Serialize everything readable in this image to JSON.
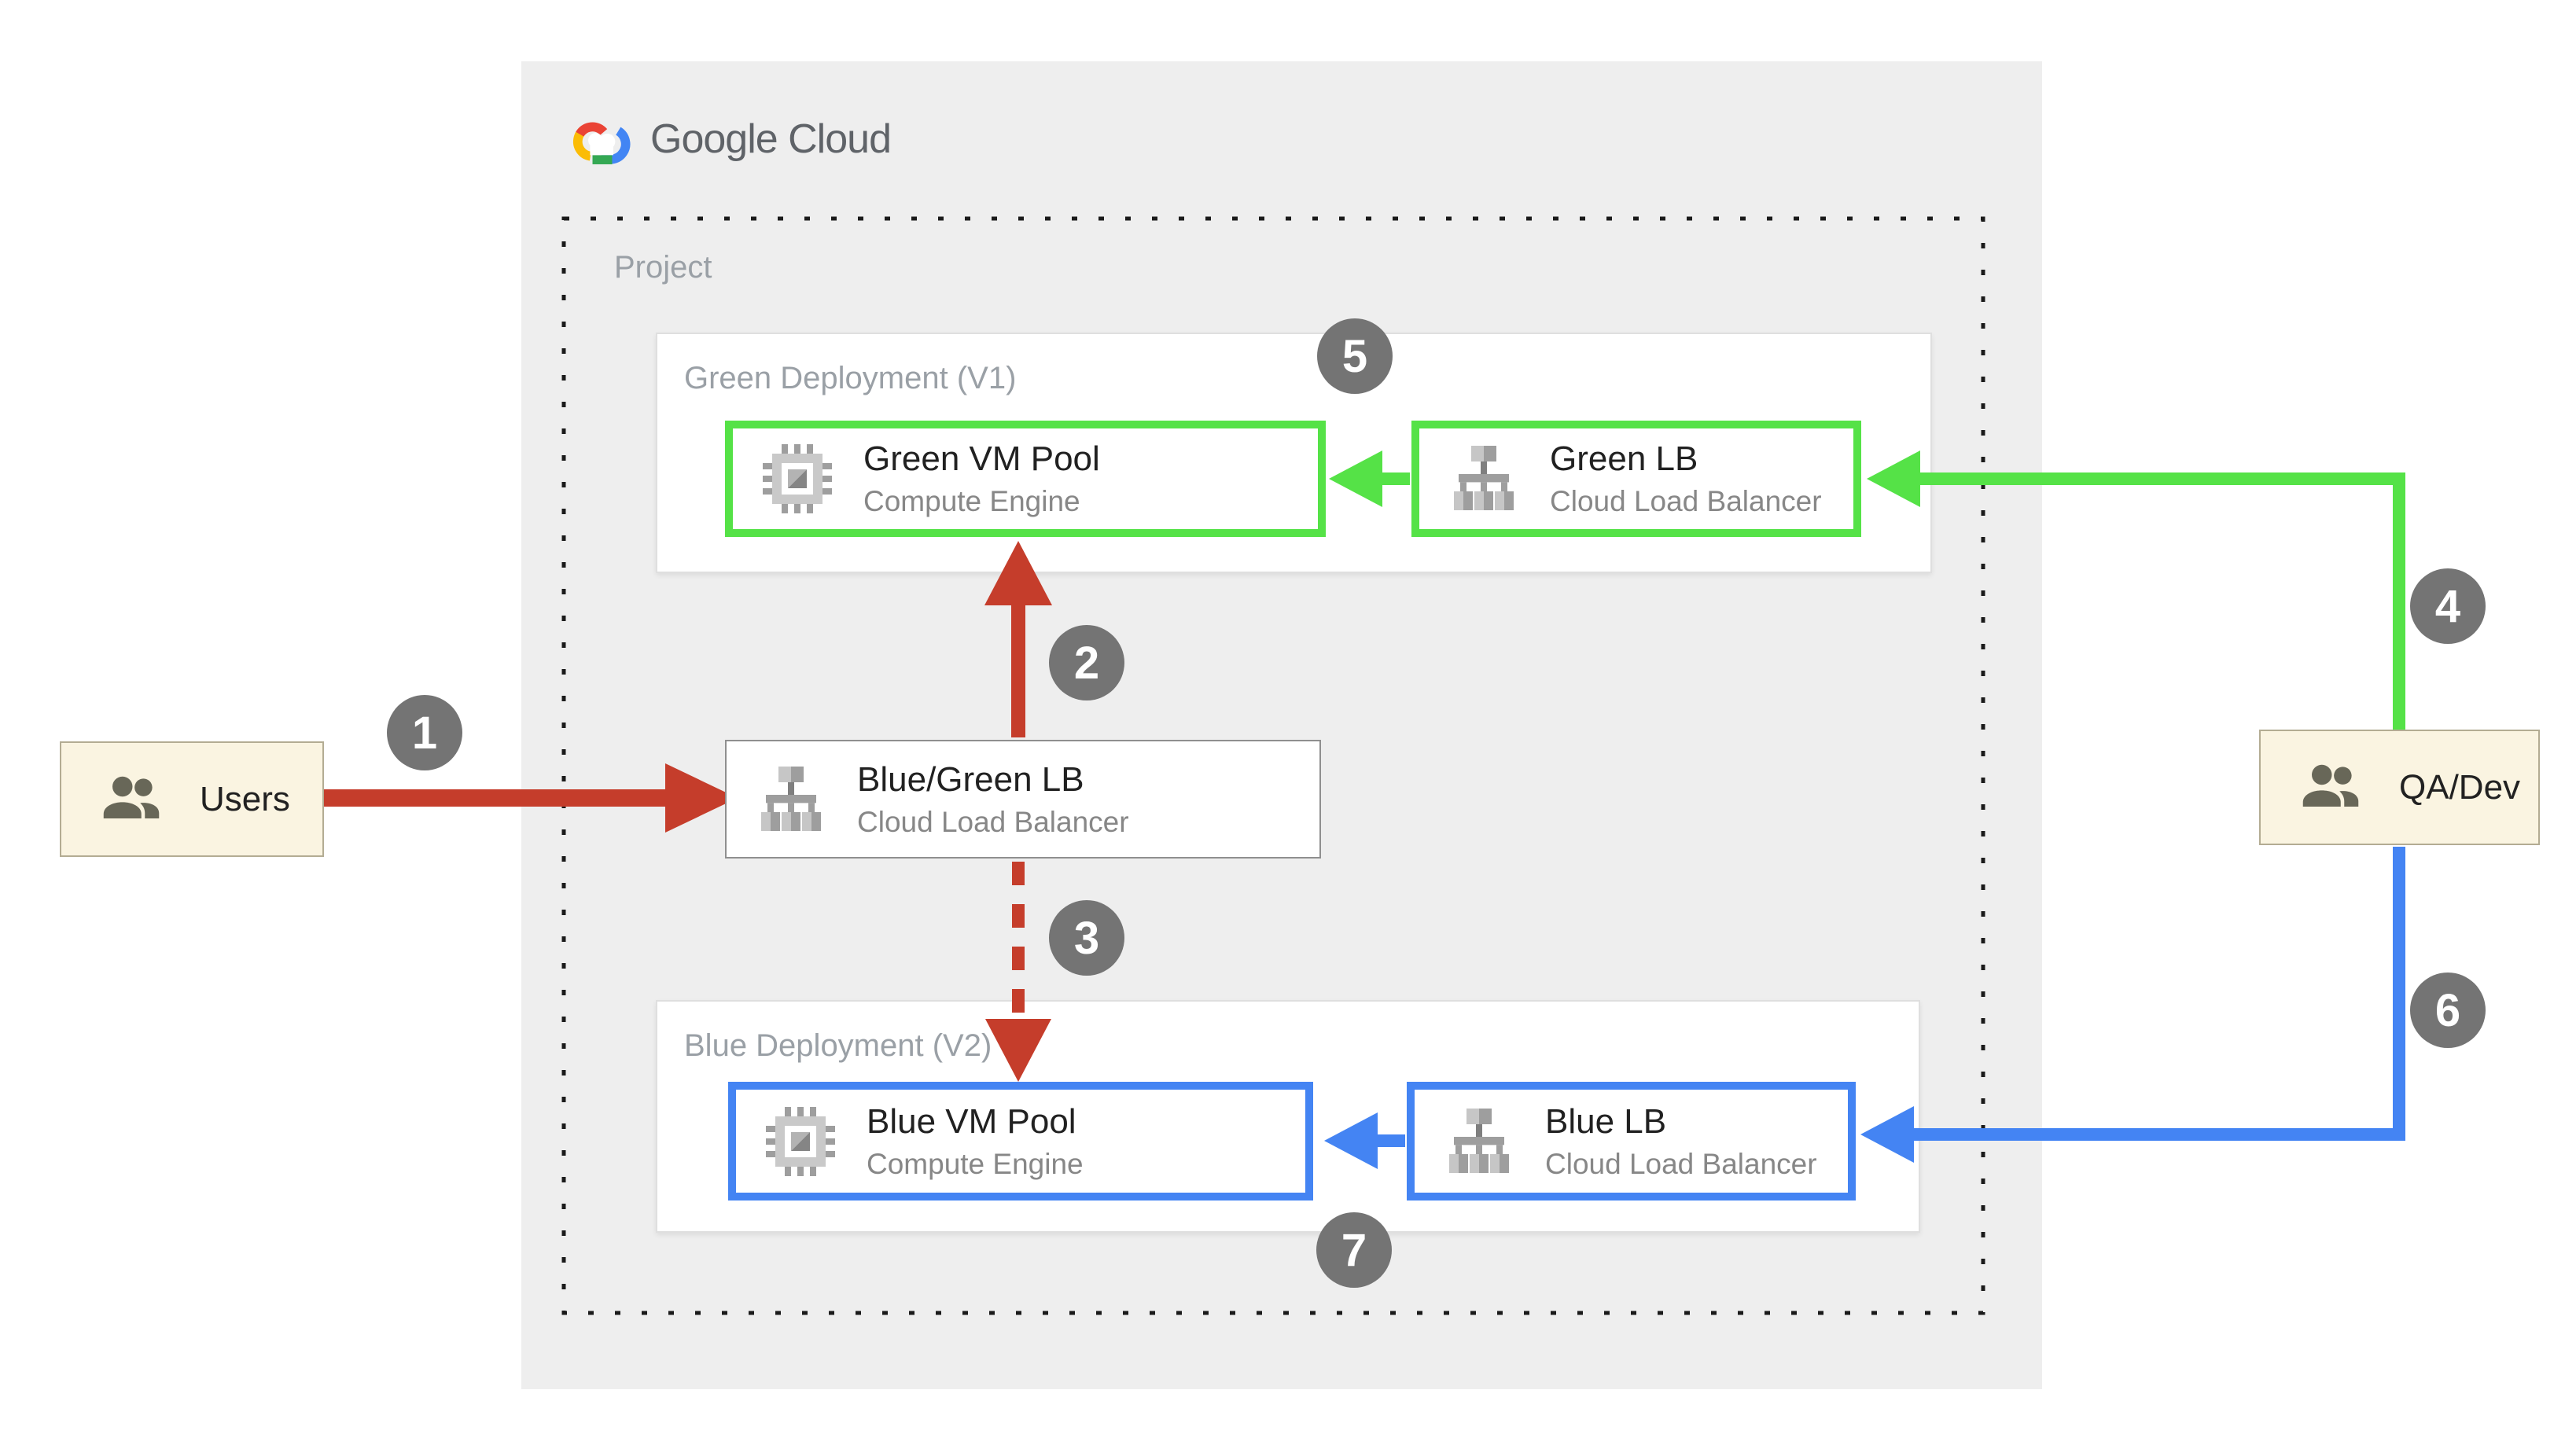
{
  "logo": {
    "text": "Google Cloud"
  },
  "project_label": "Project",
  "deployments": {
    "green": {
      "label": "Green Deployment (V1)",
      "vm": {
        "title": "Green VM Pool",
        "subtitle": "Compute Engine",
        "icon": "compute-engine-icon"
      },
      "lb": {
        "title": "Green LB",
        "subtitle": "Cloud Load Balancer",
        "icon": "load-balancer-icon"
      }
    },
    "blue": {
      "label": "Blue Deployment (V2)",
      "vm": {
        "title": "Blue VM Pool",
        "subtitle": "Compute Engine",
        "icon": "compute-engine-icon"
      },
      "lb": {
        "title": "Blue LB",
        "subtitle": "Cloud Load Balancer",
        "icon": "load-balancer-icon"
      }
    }
  },
  "router": {
    "title": "Blue/Green LB",
    "subtitle": "Cloud Load Balancer",
    "icon": "load-balancer-icon"
  },
  "actors": {
    "users": {
      "label": "Users",
      "icon": "users-icon"
    },
    "qadev": {
      "label": "QA/Dev",
      "icon": "users-icon"
    }
  },
  "steps": {
    "s1": "1",
    "s2": "2",
    "s3": "3",
    "s4": "4",
    "s5": "5",
    "s6": "6",
    "s7": "7"
  },
  "colors": {
    "green": "#55E247",
    "blue": "#4484F3",
    "red": "#C53D2B",
    "badge": "#747474",
    "panel": "#EEEEEE",
    "cream": "#FAF4E1",
    "creamBorder": "#B3AC93",
    "nodeBorder": "#DFDFDF",
    "routerBorder": "#8F8F8F",
    "title": "#212121",
    "subtitle": "#878787",
    "muted": "#9AA0A6",
    "dotted": "#1A1A1A",
    "logoText": "#5F6368",
    "logoRed": "#EA4335",
    "logoYellow": "#FBBC05",
    "logoGreen": "#34A853",
    "logoBlue": "#4285F4"
  }
}
